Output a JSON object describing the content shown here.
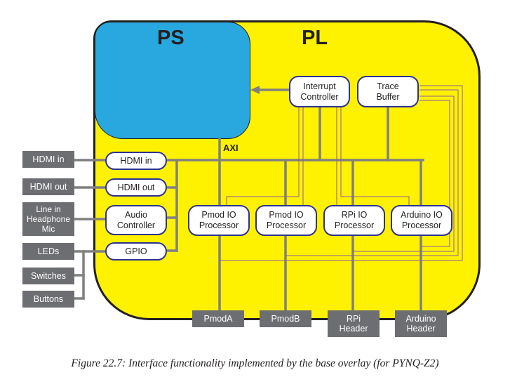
{
  "regions": {
    "ps": {
      "label": "PS",
      "color": "#29a8e0"
    },
    "pl": {
      "label": "PL",
      "color": "#fff200"
    }
  },
  "bus_label": "AXI",
  "blocks": {
    "interrupt_controller": "Interrupt\nController",
    "trace_buffer": "Trace\nBuffer",
    "hdmi_in": "HDMI in",
    "hdmi_out": "HDMI out",
    "audio_controller": "Audio\nController",
    "gpio": "GPIO",
    "pmod_io_1": "Pmod IO\nProcessor",
    "pmod_io_2": "Pmod IO\nProcessor",
    "rpi_io": "RPi IO\nProcessor",
    "arduino_io": "Arduino IO\nProcessor"
  },
  "external": {
    "hdmi_in": "HDMI in",
    "hdmi_out": "HDMI out",
    "audio": "Line in\nHeadphone\nMic",
    "leds": "LEDs",
    "switches": "Switches",
    "buttons": "Buttons",
    "pmoda": "PmodA",
    "pmodb": "PmodB",
    "rpi_header": "RPi\nHeader",
    "arduino_header": "Arduino\nHeader"
  },
  "colors": {
    "block_border": "#2e3192",
    "external_fill": "#6d6e71",
    "bus_wire": "#808080",
    "trace_wire": "#8e5aa3"
  },
  "caption": "Figure 22.7:  Interface functionality implemented by the base overlay (for PYNQ-Z2)"
}
